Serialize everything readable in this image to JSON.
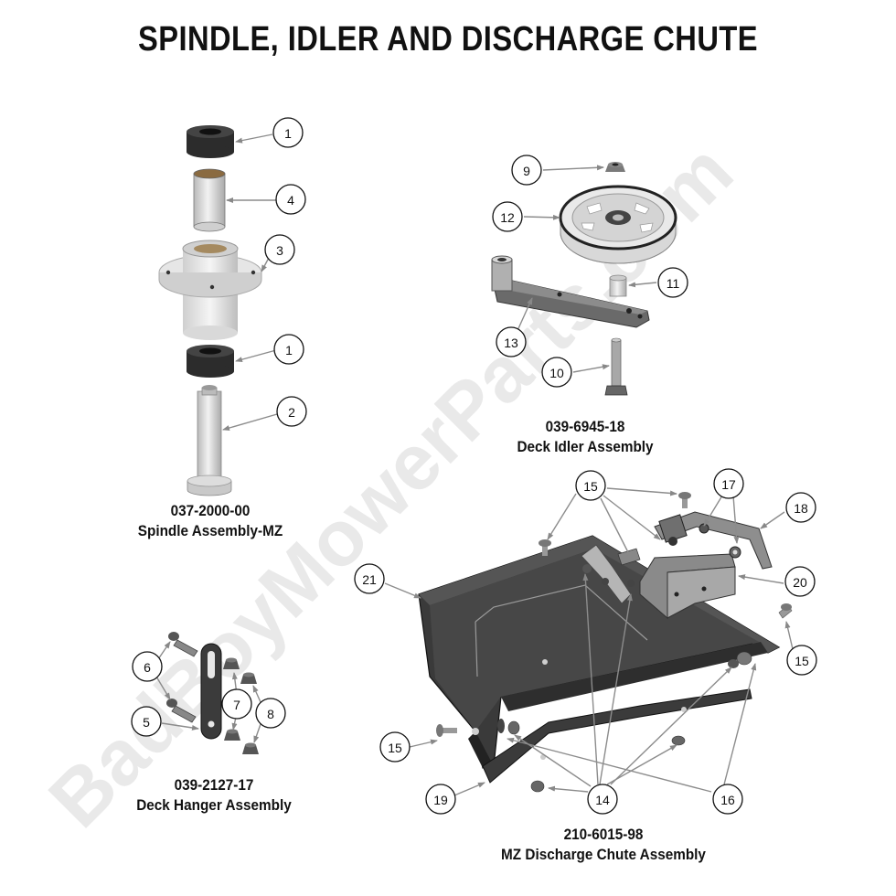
{
  "title": "SPINDLE, IDLER AND DISCHARGE CHUTE",
  "watermark": "BadBoyMowerParts.com",
  "assemblies": [
    {
      "part_number": "037-2000-00",
      "name": "Spindle Assembly-MZ"
    },
    {
      "part_number": "039-6945-18",
      "name": "Deck Idler Assembly"
    },
    {
      "part_number": "039-2127-17",
      "name": "Deck Hanger Assembly"
    },
    {
      "part_number": "210-6015-98",
      "name": "MZ Discharge Chute Assembly"
    }
  ],
  "callouts": [
    "1",
    "4",
    "3",
    "1",
    "2",
    "9",
    "12",
    "11",
    "13",
    "10",
    "6",
    "5",
    "7",
    "8",
    "15",
    "17",
    "18",
    "21",
    "20",
    "15",
    "15",
    "19",
    "14",
    "16"
  ]
}
